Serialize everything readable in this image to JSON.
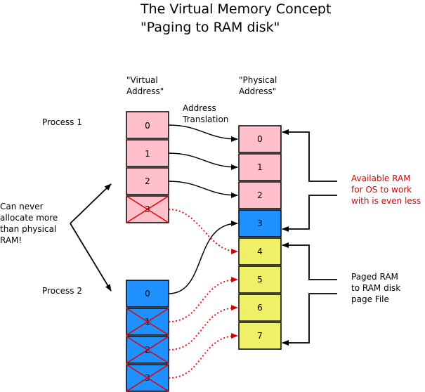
{
  "title": {
    "line1": "The Virtual Memory Concept",
    "line2": "\"Paging to RAM disk\""
  },
  "headers": {
    "virtual": [
      "\"Virtual",
      "Address\""
    ],
    "physical": [
      "\"Physical",
      "Address\""
    ]
  },
  "translation_label": [
    "Address",
    "Translation"
  ],
  "process1": {
    "label": "Process 1",
    "pages": [
      "0",
      "1",
      "2",
      "3"
    ]
  },
  "process2": {
    "label": "Process 2",
    "pages": [
      "0",
      "1",
      "2",
      "3"
    ]
  },
  "physical_frames": [
    "0",
    "1",
    "2",
    "3",
    "4",
    "5",
    "6",
    "7"
  ],
  "left_note": [
    "Can never",
    "allocate more",
    "than physical",
    "RAM!"
  ],
  "available_note": [
    "Available RAM",
    "for OS to work",
    "with is even less"
  ],
  "paged_note": [
    "Paged RAM",
    "to RAM disk",
    "page File"
  ],
  "colors": {
    "pink": "#ffc0cb",
    "blue": "#1e90ff",
    "yellow": "#f0f068",
    "red": "#e00000"
  }
}
